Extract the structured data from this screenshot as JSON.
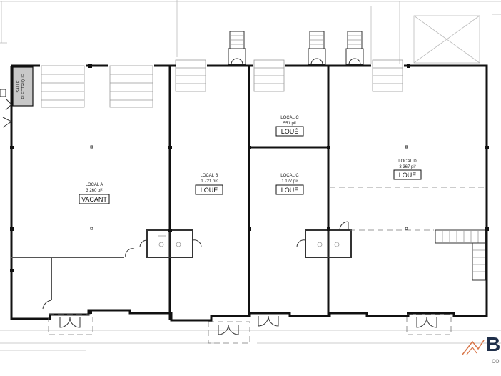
{
  "rooms": {
    "local_a": {
      "name": "LOCAL A",
      "area": "3 260 pi²",
      "status": "VACANT"
    },
    "local_b": {
      "name": "LOCAL B",
      "area": "1 721 pi²",
      "status": "LOUÉ"
    },
    "local_c_upper": {
      "name": "LOCAL C",
      "area": "551 pi²",
      "status": "LOUÉ"
    },
    "local_c_lower": {
      "name": "LOCAL C",
      "area": "1 127 pi²",
      "status": "LOUÉ"
    },
    "local_d": {
      "name": "LOCAL D",
      "area": "3 367 pi²",
      "status": "LOUÉ"
    }
  },
  "electrical_room": {
    "line1": "SALLE",
    "line2": "ÉLECTRIQUE"
  },
  "brand": {
    "mark": "B",
    "sub": "co"
  },
  "colors": {
    "wall": "#111111",
    "electrical_room_fill": "#c8c8c8",
    "brand": "#1f2f4a",
    "logo_accent": "#d9774a"
  }
}
